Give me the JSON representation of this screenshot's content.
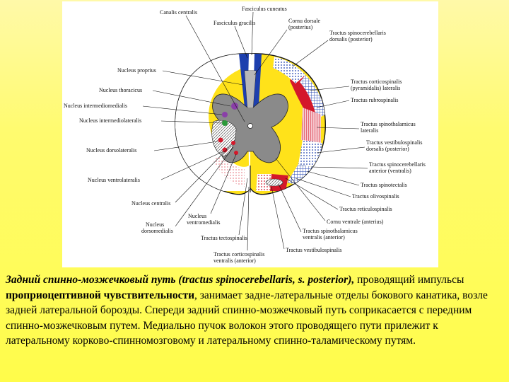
{
  "figure": {
    "labels": {
      "canalis_centralis": "Canalis centralis",
      "fasciculus_cuneatus": "Fasciculus cuneatus",
      "fasciculus_gracilis": "Fasciculus gracilis",
      "cornu_dorsale_1": "Cornu dorsale",
      "cornu_dorsale_2": "(posterius)",
      "tr_spinocerebellaris_dorsalis_1": "Tractus spinocerebellaris",
      "tr_spinocerebellaris_dorsalis_2": "dorsalis (posterior)",
      "nucleus_proprius": "Nucleus proprius",
      "nucleus_thoracicus": "Nucleus thoracicus",
      "nucleus_intermediomedialis": "Nucleus intermediomedialis",
      "nucleus_intermediolateralis": "Nucleus intermediolateralis",
      "nucleus_dorsolateralis": "Nucleus dorsolateralis",
      "nucleus_ventrolateralis": "Nucleus ventrolateralis",
      "nucleus_centralis": "Nucleus centralis",
      "nucleus_dorsomedialis_1": "Nucleus",
      "nucleus_dorsomedialis_2": "dorsomedialis",
      "nucleus_ventromedialis_1": "Nucleus",
      "nucleus_ventromedialis_2": "ventromedialis",
      "tr_tectospinalis": "Tractus tectospinalis",
      "tr_corticospinalis_ventralis_1": "Tractus corticospinalis",
      "tr_corticospinalis_ventralis_2": "ventralis (anterior)",
      "tr_vestibulospinalis": "Tractus vestibulospinalis",
      "tr_spinothalamicus_ventralis_1": "Tractus spinothalamicus",
      "tr_spinothalamicus_ventralis_2": "ventralis (anterior)",
      "cornu_ventrale": "Cornu ventrale (anterius)",
      "tr_reticulospinalis": "Tractus reticulospinalis",
      "tr_olivospinalis": "Tractus olivospinalis",
      "tr_spinotectalis": "Tractus spinotectalis",
      "tr_spinocerebellaris_ventralis_1": "Tractus spinocerebellaris",
      "tr_spinocerebellaris_ventralis_2": "anterior (ventralis)",
      "tr_vestibulospinalis_dorsalis_1": "Tractus vestibulospinalis",
      "tr_vestibulospinalis_dorsalis_2": "dorsalis (posterior)",
      "tr_spinothalamicus_lateralis_1": "Tractus spinothalamicus",
      "tr_spinothalamicus_lateralis_2": "lateralis",
      "tr_rubrospinalis": "Tractus rubrospinalis",
      "tr_corticospinalis_lateralis_1": "Tractus corticospinalis",
      "tr_corticospinalis_lateralis_2": "(pyramidalis) lateralis"
    }
  },
  "caption": {
    "italic_run": "Задний спинно-мозжечковый путь (tractus spinocerebellaris, s. posterior),",
    "text_1": " проводящий импульсы ",
    "bold_run": "проприоцептивной чувствительности",
    "text_2": ", занимает задне-латеральные отделы бокового канатика, возле задней латеральной борозды. Спереди задний спинно-мозжечковый путь соприкасается с передним спинно-мозжечковым путем. Медиально пучок волокон этого проводящего пути прилежит к латеральному корково-спинномозговому и латеральному спинно-таламическому путям."
  },
  "colors": {
    "background": "#fffb6e",
    "white_matter_yellow": "#ffe21a",
    "gray_matter": "#8a8a8a",
    "tract_blue": "#1d3fae",
    "tract_red": "#d4182a",
    "tract_pink": "#e88a9a",
    "nucleus_purple": "#8a3fa8",
    "nucleus_green": "#2c9a3a"
  }
}
